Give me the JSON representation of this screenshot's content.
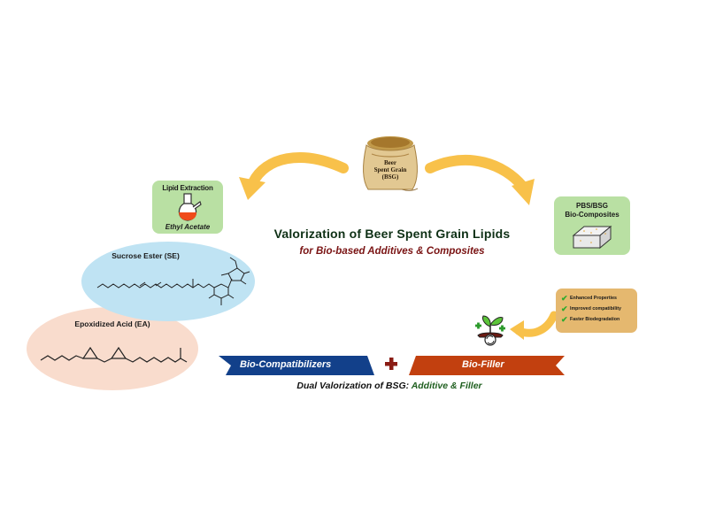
{
  "title": {
    "main": "Valorization of Beer Spent Grain Lipids",
    "subtitle": "for Bio-based Additives & Composites"
  },
  "source": {
    "icon": "grain-sack-icon",
    "label_lines": [
      "Beer",
      "Spent Grain",
      "(BSG)"
    ]
  },
  "lipid_extraction": {
    "title": "Lipid Extraction",
    "icon": "round-bottom-flask-icon",
    "solvent": "Ethyl Acetate"
  },
  "composite": {
    "title_lines": [
      "PBS/BSG",
      "Bio-Composites"
    ],
    "icon": "composite-block-icon"
  },
  "molecules": [
    {
      "label": "Sucrose Ester (SE)",
      "icon": "sucrose-ester-structure"
    },
    {
      "label": "Epoxidized Acid (EA)",
      "icon": "epoxidized-acid-structure"
    }
  ],
  "benefits": [
    "Enhanced Properties",
    "Improved compatibility",
    "Faster Biodegradation"
  ],
  "benefit_icon": "check-icon",
  "bio_icon": "sprout-recycle-icon",
  "banners": {
    "left": "Bio-Compatibilizers",
    "right": "Bio-Filler",
    "joiner": "+"
  },
  "footer": {
    "prefix": "Dual Valorization of BSG: ",
    "highlight": "Additive & Filler"
  },
  "colors": {
    "arrow": "#f8c14a",
    "green_box": "#b9e0a3",
    "se_ellipse": "#bfe3f3",
    "ea_ellipse": "#f9dccd",
    "benefits_box": "#e5b86f",
    "banner_blue": "#12408a",
    "banner_red": "#c2400f",
    "title_green": "#0e3015",
    "subtitle_red": "#7a1414"
  }
}
